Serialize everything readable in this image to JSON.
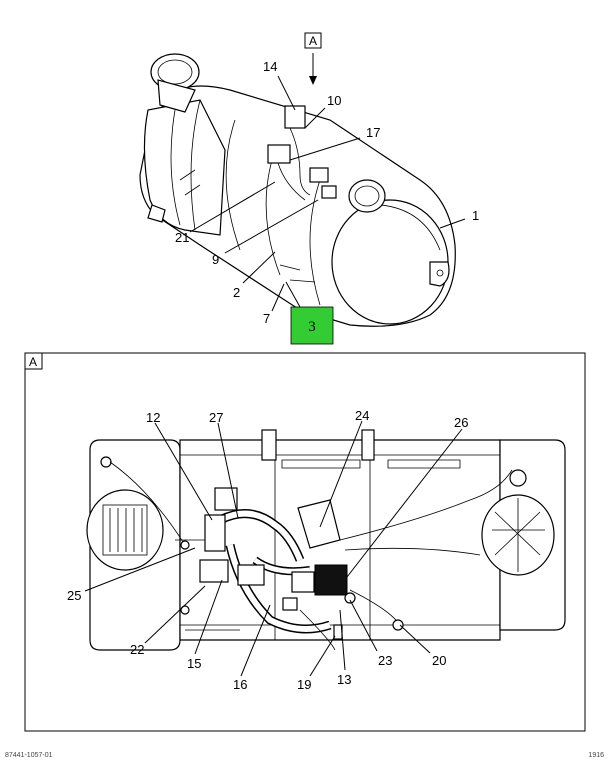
{
  "view_marker": "A",
  "highlight": {
    "label": "3",
    "color": "#33cc33"
  },
  "top_callouts": [
    "14",
    "10",
    "17",
    "21",
    "9",
    "2",
    "7",
    "1"
  ],
  "detail": {
    "label": "A",
    "callouts": [
      "12",
      "27",
      "24",
      "26",
      "25",
      "22",
      "15",
      "16",
      "19",
      "13",
      "23",
      "20"
    ]
  },
  "footer": {
    "left": "87441-1057-01",
    "right": "1916"
  }
}
